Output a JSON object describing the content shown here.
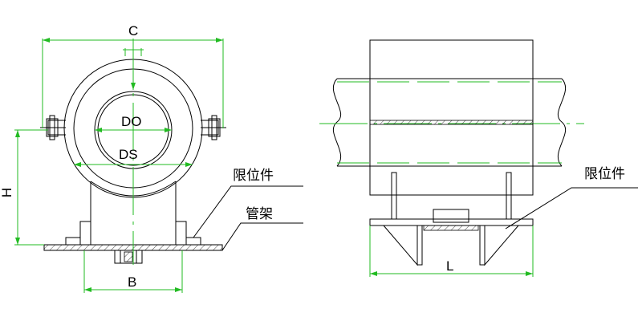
{
  "dimensions": {
    "c": "C",
    "h_small": "H",
    "do": "DO",
    "ds": "DS",
    "h": "H",
    "b": "B",
    "l": "L"
  },
  "callouts": {
    "limiter_left": "限位件",
    "pipe_rack": "管架",
    "limiter_right": "限位件"
  },
  "colors": {
    "line": "#000000",
    "dimension": "#22bb22"
  }
}
